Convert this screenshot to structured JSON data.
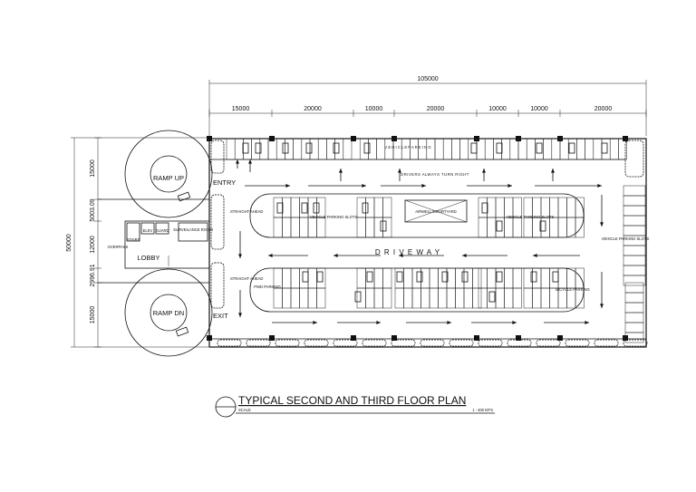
{
  "dimensions": {
    "overall_width": "105000",
    "bays": [
      "15000",
      "20000",
      "10000",
      "20000",
      "10000",
      "10000",
      "20000"
    ],
    "overall_height": "50000",
    "left": [
      "15000",
      "5003.09",
      "12000",
      "2996.91",
      "15000"
    ]
  },
  "labels": {
    "ramp_up": "RAMP UP",
    "ramp_dn": "RAMP DN",
    "entry": "ENTRY",
    "exit": "EXIT",
    "lobby": "LOBBY",
    "stairs": "STAIRS",
    "overpass": "OVERPASS",
    "elev": "ELEV",
    "security_room": "SURVEILANCE ROOM",
    "guard": "GUARD",
    "straight_ahead_top": "STRAIGHT AHEAD",
    "straight_ahead_bottom": "STRAIGHT AHEAD",
    "drivers_turn_right": "DRIVERS ALWAYS TURN RIGHT",
    "courtyard": "AIRWELL/COURTYARD",
    "driveway": "D R I V E W A Y",
    "vehicle_parking_top": "V E H I C L E   P A R K I N G",
    "vehicle_parking_slots_mid": "VEHICLE PARKING SLOTS",
    "vehicle_parking_slots_right": "VEHICLE PARKING SLOTS",
    "vehicle_parking_slots_right2": "VEHICLE PARKING SLOTS",
    "pwd_parking": "PWD PARKING",
    "bicycle_parking": "BICYCLE PARKING"
  },
  "title": {
    "main": "TYPICAL SECOND AND THIRD FLOOR PLAN",
    "scale_label": "SCALE",
    "scale_value": "1 : 400 MTS"
  }
}
